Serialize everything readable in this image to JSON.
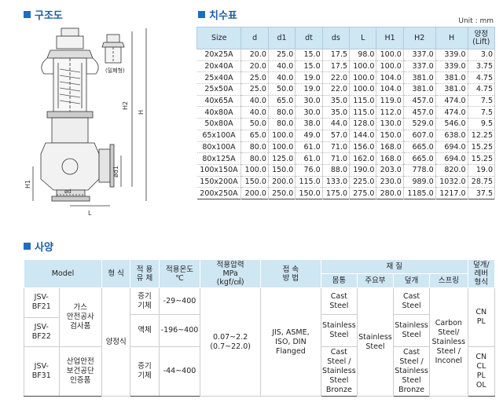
{
  "sections": {
    "structure": "구조도",
    "dimensions": "치수표",
    "spec": "사양"
  },
  "unit": "Unit : mm",
  "drawing_labels": {
    "enclosed": "(밀폐형)",
    "H2": "H2",
    "H": "H",
    "H1": "H1",
    "d1": "ød1",
    "d": "ød",
    "L": "L"
  },
  "dim_table": {
    "headers": [
      "Size",
      "d",
      "d1",
      "dt",
      "ds",
      "L",
      "H1",
      "H2",
      "H",
      "양정\n(Lift)"
    ],
    "rows": [
      [
        "20x25A",
        "20.0",
        "25.0",
        "15.0",
        "17.5",
        "98.0",
        "100.0",
        "337.0",
        "339.0",
        "3.0"
      ],
      [
        "20x40A",
        "20.0",
        "40.0",
        "15.0",
        "17.5",
        "100.0",
        "100.0",
        "337.0",
        "339.0",
        "3.75"
      ],
      [
        "25x40A",
        "25.0",
        "40.0",
        "19.0",
        "22.0",
        "100.0",
        "104.0",
        "381.0",
        "381.0",
        "4.75"
      ],
      [
        "25x50A",
        "25.0",
        "50.0",
        "19.0",
        "22.0",
        "100.0",
        "104.0",
        "381.0",
        "381.0",
        "4.75"
      ],
      [
        "40x65A",
        "40.0",
        "65.0",
        "30.0",
        "35.0",
        "115.0",
        "119.0",
        "457.0",
        "474.0",
        "7.5"
      ],
      [
        "40x80A",
        "40.0",
        "80.0",
        "30.0",
        "35.0",
        "115.0",
        "112.0",
        "457.0",
        "474.0",
        "7.5"
      ],
      [
        "50x80A",
        "50.0",
        "80.0",
        "38.0",
        "44.0",
        "128.0",
        "130.0",
        "529.0",
        "546.0",
        "9.5"
      ],
      [
        "65x100A",
        "65.0",
        "100.0",
        "49.0",
        "57.0",
        "144.0",
        "150.0",
        "607.0",
        "638.0",
        "12.25"
      ],
      [
        "80x100A",
        "80.0",
        "100.0",
        "61.0",
        "71.0",
        "156.0",
        "168.0",
        "665.0",
        "694.0",
        "15.25"
      ],
      [
        "80x125A",
        "80.0",
        "125.0",
        "61.0",
        "71.0",
        "162.0",
        "168.0",
        "665.0",
        "694.0",
        "15.25"
      ],
      [
        "100x150A",
        "100.0",
        "150.0",
        "76.0",
        "88.0",
        "190.0",
        "203.0",
        "778.0",
        "820.0",
        "19.0"
      ],
      [
        "150x200A",
        "150.0",
        "200.0",
        "115.0",
        "133.0",
        "225.0",
        "230.0",
        "989.0",
        "1032.0",
        "28.75"
      ],
      [
        "200x250A",
        "200.0",
        "250.0",
        "150.0",
        "175.0",
        "275.0",
        "280.0",
        "1185.0",
        "1217.0",
        "37.5"
      ]
    ]
  },
  "spec_table": {
    "h_model": "Model",
    "h_type": "형 식",
    "h_fluid": "적 용\n유 체",
    "h_temp": "적용온도\n℃",
    "h_pressure": "적용압력\nMPa\n(kgf/㎠)",
    "h_connection": "접 속\n방 법",
    "h_material": "재 질",
    "h_body": "몸통",
    "h_trim": "주요부",
    "h_cap": "덮개",
    "h_spring": "스프링",
    "h_lever": "덮개/\n레버\n형식",
    "model1": "JSV-BF21",
    "model2": "JSV-BF22",
    "model3": "JSV-BF31",
    "cert1": "가스\n안전공사\n검사품",
    "cert3": "산업안전\n보건공단\n인증품",
    "type": "양정식",
    "fluid1": "증기\n기체",
    "fluid2": "액체",
    "fluid3": "증기\n기체",
    "temp1": "-29~400",
    "temp2": "-196~400",
    "temp3": "-44~400",
    "pressure": "0.07~2.2\n(0.7~22.0)",
    "connection": "JIS, ASME,\nISO, DIN\nFlanged",
    "body1": "Cast\nSteel",
    "body2": "Stainless\nSteel",
    "body3": "Cast\nSteel /\nStainless\nSteel\nBronze",
    "trim": "Stainless\nSteel",
    "cap1": "Cast\nSteel",
    "cap2": "Stainless\nSteel",
    "cap3": "Cast\nSteel /\nStainless\nSteel\nBronze",
    "spring": "Carbon\nSteel/\nStainless\nSteel /\nInconel",
    "lever1": "CN\nPL",
    "lever3": "CN\nCL\nPL\nOL"
  }
}
